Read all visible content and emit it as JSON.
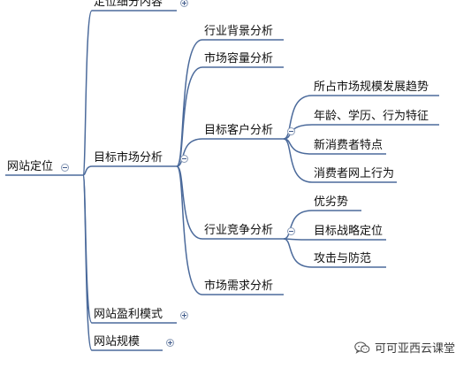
{
  "mindmap": {
    "root": {
      "label": "网站定位",
      "children": [
        {
          "label": "定位细分内容",
          "collapsed": true
        },
        {
          "label": "目标市场分析",
          "collapsed": false,
          "children": [
            {
              "label": "行业背景分析"
            },
            {
              "label": "市场容量分析"
            },
            {
              "label": "目标客户分析",
              "collapsed": false,
              "children": [
                {
                  "label": "所占市场规模发展趋势"
                },
                {
                  "label": "年龄、学历、行为特征"
                },
                {
                  "label": "新消费者特点"
                },
                {
                  "label": "消费者网上行为"
                }
              ]
            },
            {
              "label": "行业竞争分析",
              "collapsed": false,
              "children": [
                {
                  "label": "优劣势"
                },
                {
                  "label": "目标战略定位"
                },
                {
                  "label": "攻击与防范"
                }
              ]
            },
            {
              "label": "市场需求分析"
            }
          ]
        },
        {
          "label": "网站盈利模式",
          "collapsed": true
        },
        {
          "label": "网站规模",
          "collapsed": true
        }
      ]
    },
    "colors": {
      "branch_line": "#4b6a9b",
      "underline": "#4b6a9b",
      "toggle_border": "#8a9bb7",
      "toggle_sign": "#3f5a8a"
    }
  },
  "watermark": {
    "text": "可可亚西云课堂",
    "icon": "wechat-icon"
  }
}
